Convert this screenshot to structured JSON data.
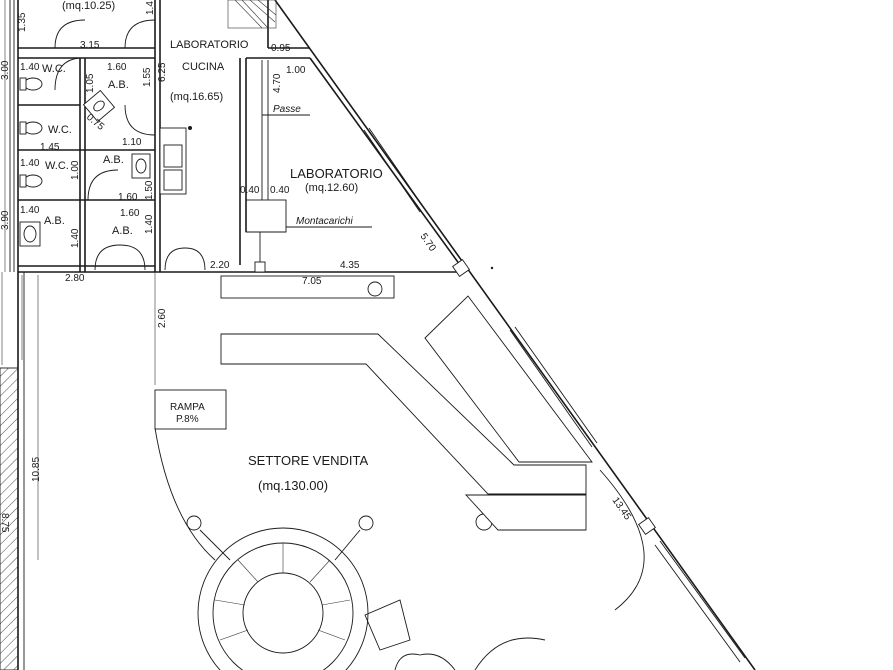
{
  "rooms": {
    "top_area": "(mq.10.25)",
    "lab_cucina_1": "LABORATORIO",
    "lab_cucina_2": "CUCINA",
    "lab_cucina_area": "(mq.16.65)",
    "lab": "LABORATORIO",
    "lab_area": "(mq.12.60)",
    "passe": "Passe",
    "montacarichi": "Montacarichi",
    "wc1": "W.C.",
    "ab1": "A.B.",
    "wc2": "W.C.",
    "ab2": "A.B.",
    "wc3": "W.C.",
    "ab3": "A.B.",
    "ab4": "A.B.",
    "rampa": "RAMPA",
    "rampa_pct": "P.8%",
    "vendita": "SETTORE VENDITA",
    "vendita_area": "(mq.130.00)"
  },
  "dims": {
    "d135": "1.35",
    "d14": "1.4",
    "d315": "3.15",
    "d095": "0.95",
    "d300": "3.00",
    "d140a": "1.40",
    "d160a": "1.60",
    "d105": "1.05",
    "d155": "1.55",
    "d625": "6.25",
    "d470": "4.70",
    "d100": "1.00",
    "d075": "0.75",
    "d110": "1.10",
    "d145": "1.45",
    "d140b": "1.40",
    "d100b": "1.00",
    "d160b": "1.60",
    "d150": "1.50",
    "d040a": "0.40",
    "d040b": "0.40",
    "d140c": "1.40",
    "d160c": "1.60",
    "d140d": "1.40",
    "d140e": "1.40",
    "d390": "3.90",
    "d570": "5.70",
    "d280": "2.80",
    "d220": "2.20",
    "d435": "4.35",
    "d705": "7.05",
    "d260": "2.60",
    "d1085": "10.85",
    "d875": "8.75",
    "d1345": "13.45"
  }
}
